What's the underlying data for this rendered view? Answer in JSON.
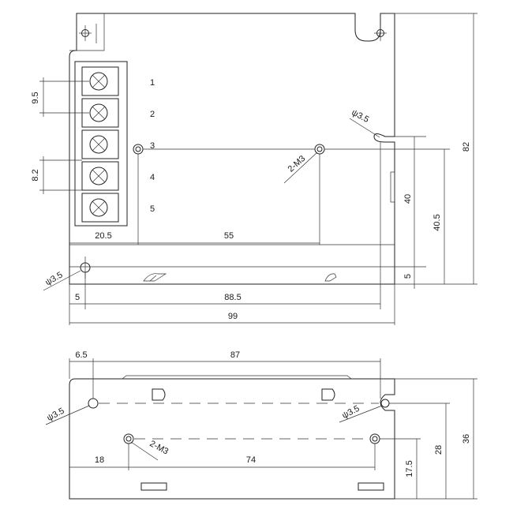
{
  "top_view": {
    "terminals": [
      "1",
      "2",
      "3",
      "4",
      "5"
    ],
    "dims": {
      "pitch": "9.5",
      "gap": "8.2",
      "term_to_hole": "20.5",
      "hole_to_hole": "55",
      "height_overall": "82",
      "height_mid": "40.5",
      "height_upper": "40",
      "bottom_offset": "5",
      "left_offset": "5",
      "hole_span": "88.5",
      "width_overall": "99"
    },
    "callouts": {
      "slot_right": "ψ3.5",
      "slot_left": "ψ3.5",
      "screw": "2-M3"
    }
  },
  "bottom_view": {
    "dims": {
      "left_offset": "6.5",
      "hole_span": "87",
      "screw_offset": "18",
      "screw_span": "74",
      "height_overall": "36",
      "height_mid": "28",
      "height_low": "17.5"
    },
    "callouts": {
      "slot_left": "ψ3.5",
      "slot_right": "ψ3.5",
      "screw": "2-M3"
    }
  }
}
